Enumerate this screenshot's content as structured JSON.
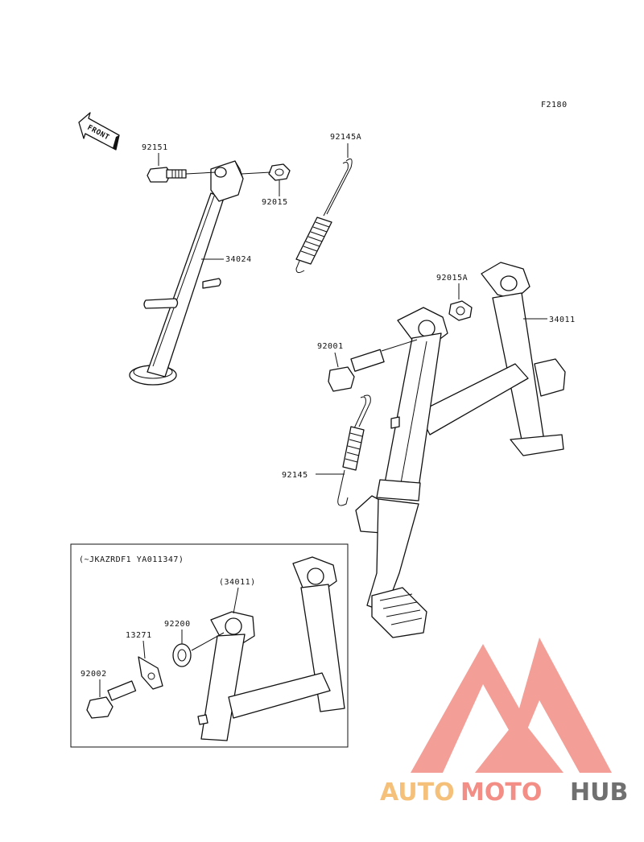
{
  "figure_code": "F2180",
  "front_label": "FRONT",
  "inset": {
    "note": "(~JKAZRDF1 YA011347)"
  },
  "parts": [
    {
      "id": "p92151",
      "label": "92151"
    },
    {
      "id": "p92015",
      "label": "92015"
    },
    {
      "id": "p34024",
      "label": "34024"
    },
    {
      "id": "p92145A",
      "label": "92145A"
    },
    {
      "id": "p92015A",
      "label": "92015A"
    },
    {
      "id": "p34011",
      "label": "34011"
    },
    {
      "id": "p92001",
      "label": "92001"
    },
    {
      "id": "p92145",
      "label": "92145"
    },
    {
      "id": "p34011b",
      "label": "(34011)"
    },
    {
      "id": "p92200",
      "label": "92200"
    },
    {
      "id": "p13271",
      "label": "13271"
    },
    {
      "id": "p92002",
      "label": "92002"
    }
  ],
  "watermark": {
    "part1": "AUTO",
    "part2": "MOTO",
    "part3": "HUB",
    "colors": {
      "auto": "#f5c07a",
      "moto": "#f28e86",
      "hub": "#707070",
      "triangle": "#f28e86"
    }
  }
}
